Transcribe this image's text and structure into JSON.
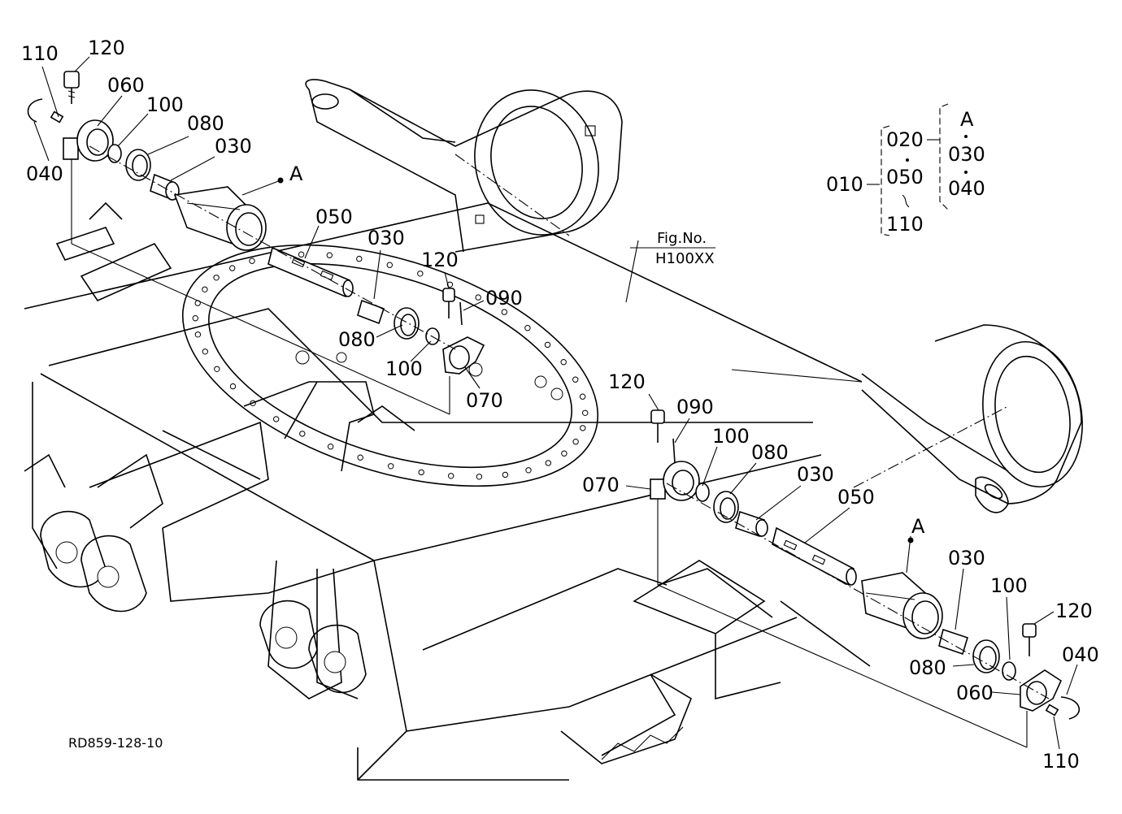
{
  "figure_ref": "RD859-128-10",
  "link": {
    "line1": "Fig.No.",
    "line2": "H100XX"
  },
  "legend": {
    "parent": "010",
    "children": [
      "020",
      "050",
      "110"
    ],
    "assembly_tag": "A",
    "assembly_items": [
      "030",
      "040"
    ]
  },
  "callouts": {
    "tl_110": "110",
    "tl_120": "120",
    "tl_060": "060",
    "tl_100": "100",
    "tl_080": "080",
    "tl_030": "030",
    "tl_040": "040",
    "tl_A": "A",
    "c_050": "050",
    "c_030": "030",
    "c_120": "120",
    "c_090": "090",
    "c_080": "080",
    "c_100": "100",
    "c_070": "070",
    "r_120": "120",
    "r_090": "090",
    "r_100": "100",
    "r_080": "080",
    "r_030": "030",
    "r_070": "070",
    "r_050": "050",
    "r_A": "A",
    "br_030": "030",
    "br_100": "100",
    "br_120": "120",
    "br_040": "040",
    "br_080": "080",
    "br_060": "060",
    "br_110": "110"
  }
}
